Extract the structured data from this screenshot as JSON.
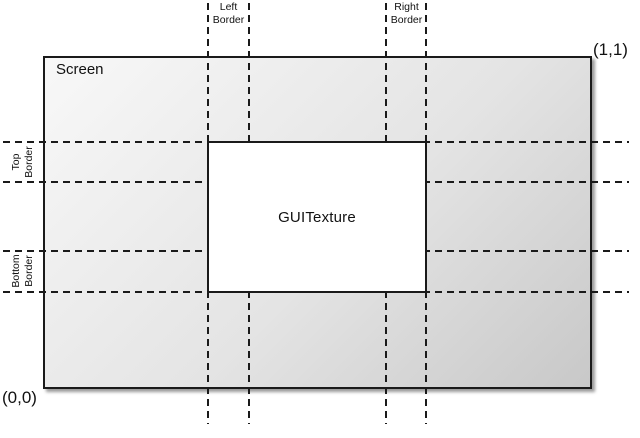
{
  "diagram": {
    "screen_label": "Screen",
    "texture_label": "GUITexture",
    "coord_origin": "(0,0)",
    "coord_top_right": "(1,1)",
    "borders": {
      "left": {
        "line1": "Left",
        "line2": "Border"
      },
      "right": {
        "line1": "Right",
        "line2": "Border"
      },
      "top": {
        "line1": "Top",
        "line2": "Border"
      },
      "bottom": {
        "line1": "Bottom",
        "line2": "Border"
      }
    },
    "colors": {
      "screen_gradient_start": "#f8f8f8",
      "screen_gradient_end": "#c8c8c8",
      "line": "#1a1a1a",
      "texture_fill": "#ffffff"
    }
  }
}
